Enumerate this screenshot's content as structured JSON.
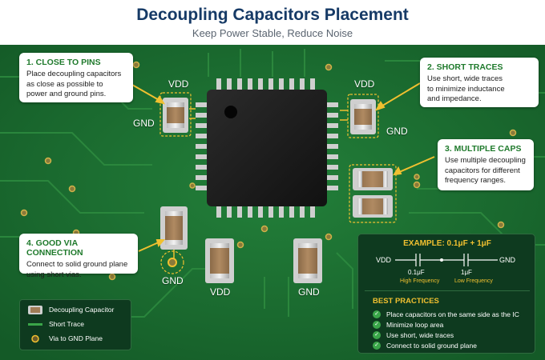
{
  "header": {
    "title": "Decoupling Capacitors Placement",
    "subtitle": "Keep Power Stable, Reduce Noise"
  },
  "colors": {
    "board": "#1b6b30",
    "trace": "#2c8a3c",
    "accent_yellow": "#f0c030",
    "heading_green": "#1f7a2c",
    "title_blue": "#163a66"
  },
  "callouts": [
    {
      "heading": "1. CLOSE TO PINS",
      "lines": [
        "Place decoupling capacitors",
        "as close as possible to",
        "power and ground pins."
      ]
    },
    {
      "heading": "2. SHORT TRACES",
      "lines": [
        "Use short, wide traces",
        "to minimize inductance",
        "and impedance."
      ]
    },
    {
      "heading": "3. MULTIPLE CAPS",
      "lines": [
        "Use multiple decoupling",
        "capacitors for different",
        "frequency ranges."
      ]
    },
    {
      "heading": "4. GOOD VIA CONNECTION",
      "lines": [
        "Connect to solid ground plane",
        "using short vias."
      ]
    }
  ],
  "board_labels": {
    "vdd_top_left": "VDD",
    "gnd_left": "GND",
    "vdd_top_right": "VDD",
    "gnd_right": "GND",
    "gnd_via": "GND",
    "vdd_bottom": "VDD",
    "gnd_bottom": "GND"
  },
  "legend": {
    "items": [
      {
        "label": "Decoupling Capacitor",
        "icon": "capacitor-icon"
      },
      {
        "label": "Short Trace",
        "icon": "trace-line-icon"
      },
      {
        "label": "Via to GND Plane",
        "icon": "via-icon"
      }
    ]
  },
  "example": {
    "title": "EXAMPLE: 0.1μF + 1μF",
    "left_node": "VDD",
    "right_node": "GND",
    "cap1_value": "0.1μF",
    "cap1_note": "High Frequency",
    "cap2_value": "1μF",
    "cap2_note": "Low Frequency"
  },
  "best_practices": {
    "title": "BEST PRACTICES",
    "items": [
      "Place capacitors on the same side as the IC",
      "Minimize loop area",
      "Use short, wide traces",
      "Connect to solid ground plane"
    ]
  }
}
